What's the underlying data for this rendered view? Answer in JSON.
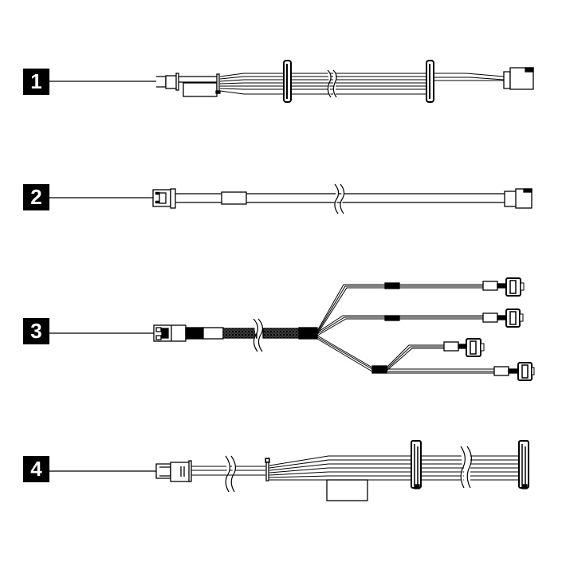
{
  "figure": {
    "background": "#ffffff",
    "line_color": "#000000",
    "callouts": [
      {
        "label": "1",
        "description": "Power cable with two ribbon connectors and signal connector"
      },
      {
        "label": "2",
        "description": "Single signal cable"
      },
      {
        "label": "3",
        "description": "Breakout cable, one connector to four connectors"
      },
      {
        "label": "4",
        "description": "Power cable with two ribbon connectors"
      }
    ]
  }
}
